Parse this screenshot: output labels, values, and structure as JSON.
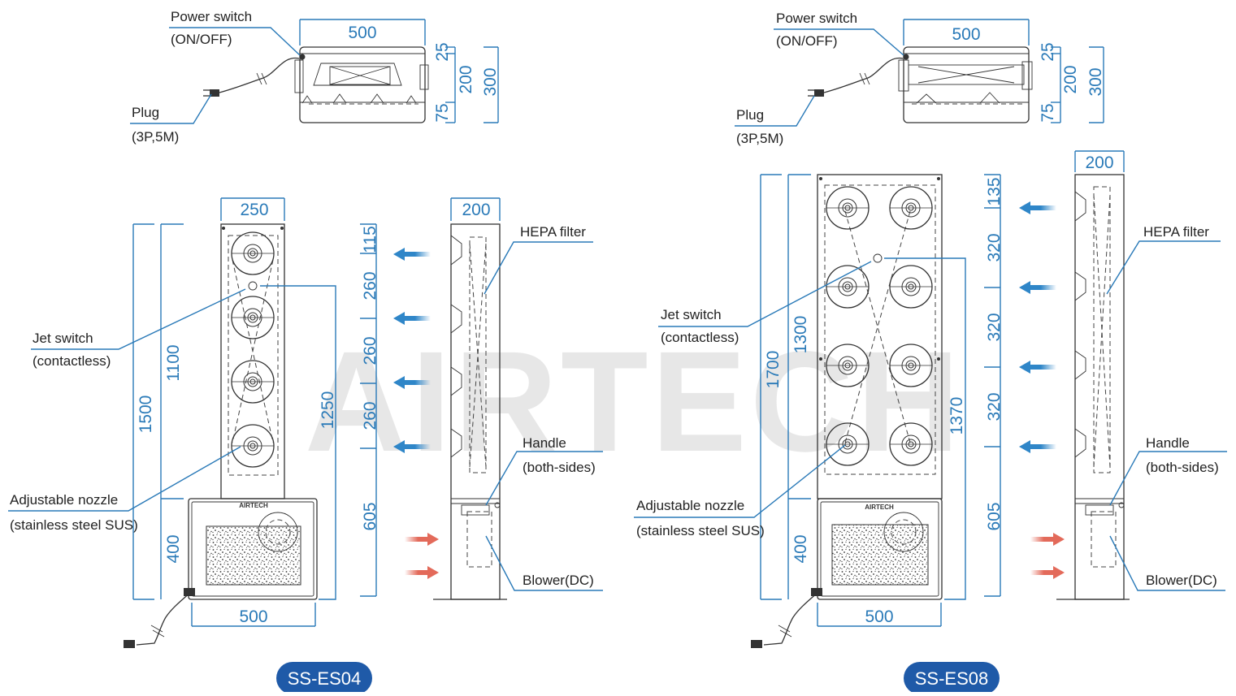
{
  "watermark": "AIRTECH",
  "colors": {
    "dimension": "#2a7ab8",
    "badge": "#1f5aa8",
    "intake_arrow": "#e36a5a",
    "outlet_arrow": "#2f86c8"
  },
  "models": [
    {
      "name": "SS-ES04",
      "top_view": {
        "width": "500",
        "heights": [
          "25",
          "200",
          "75"
        ],
        "total_height": "300",
        "power_switch": [
          "Power switch",
          "(ON/OFF)"
        ],
        "plug": [
          "Plug",
          "(3P,5M)"
        ]
      },
      "front_view": {
        "width_top": "250",
        "width_base": "500",
        "heights": {
          "total": "1500",
          "column": "1100",
          "base": "400",
          "nozzle_span": "1250"
        },
        "nozzle_count": 4,
        "jet_switch": [
          "Jet switch",
          "(contactless)"
        ],
        "nozzle": [
          "Adjustable nozzle",
          "(stainless steel SUS)"
        ]
      },
      "side_view": {
        "width": "200",
        "segments": [
          "115",
          "260",
          "260",
          "260",
          "605"
        ],
        "hepa": "HEPA filter",
        "handle": [
          "Handle",
          "(both-sides)"
        ],
        "blower": "Blower(DC)"
      }
    },
    {
      "name": "SS-ES08",
      "top_view": {
        "width": "500",
        "heights": [
          "25",
          "200",
          "75"
        ],
        "total_height": "300",
        "power_switch": [
          "Power switch",
          "(ON/OFF)"
        ],
        "plug": [
          "Plug",
          "(3P,5M)"
        ]
      },
      "front_view": {
        "width_base": "500",
        "heights": {
          "total": "1700",
          "column": "1300",
          "base": "400",
          "nozzle_span": "1370"
        },
        "nozzle_count": 8,
        "jet_switch": [
          "Jet switch",
          "(contactless)"
        ],
        "nozzle": [
          "Adjustable nozzle",
          "(stainless steel SUS)"
        ]
      },
      "side_view": {
        "width": "200",
        "segments": [
          "135",
          "320",
          "320",
          "320",
          "605"
        ],
        "hepa": "HEPA filter",
        "handle": [
          "Handle",
          "(both-sides)"
        ],
        "blower": "Blower(DC)"
      }
    }
  ]
}
